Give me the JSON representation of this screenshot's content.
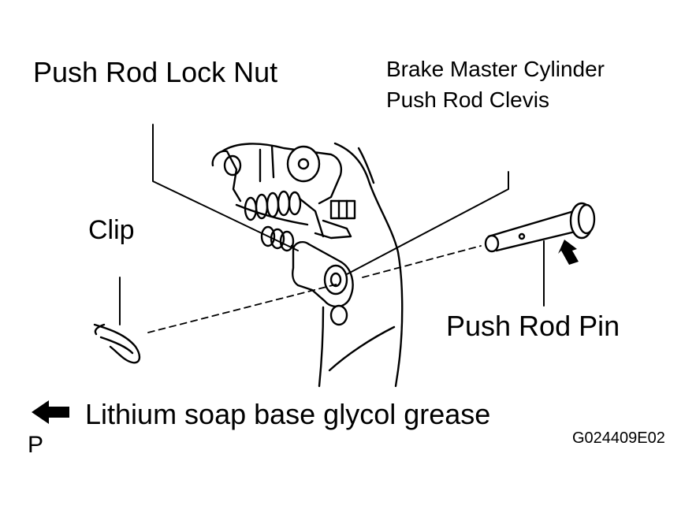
{
  "labels": {
    "push_rod_lock_nut": "Push Rod Lock Nut",
    "clevis_line1": "Brake Master Cylinder",
    "clevis_line2": "Push Rod Clevis",
    "clip": "Clip",
    "push_rod_pin": "Push Rod Pin",
    "legend_grease": "Lithium soap base glycol grease",
    "legend_symbol": "P",
    "figure_code": "G024409E02"
  }
}
